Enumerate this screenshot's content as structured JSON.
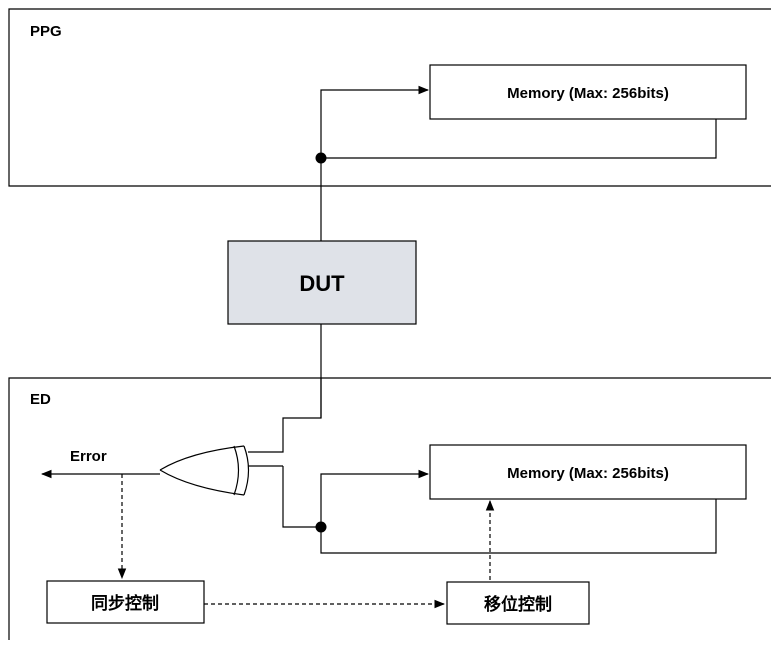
{
  "ppg": {
    "title": "PPG",
    "memory_label": "Memory (Max: 256bits)"
  },
  "dut": {
    "label": "DUT"
  },
  "ed": {
    "title": "ED",
    "memory_label": "Memory (Max: 256bits)",
    "error_label": "Error",
    "sync_control_label": "同步控制",
    "shift_control_label": "移位控制"
  },
  "colors": {
    "line": "#000000",
    "dut_fill": "#dfe2e8",
    "background": "#ffffff"
  }
}
